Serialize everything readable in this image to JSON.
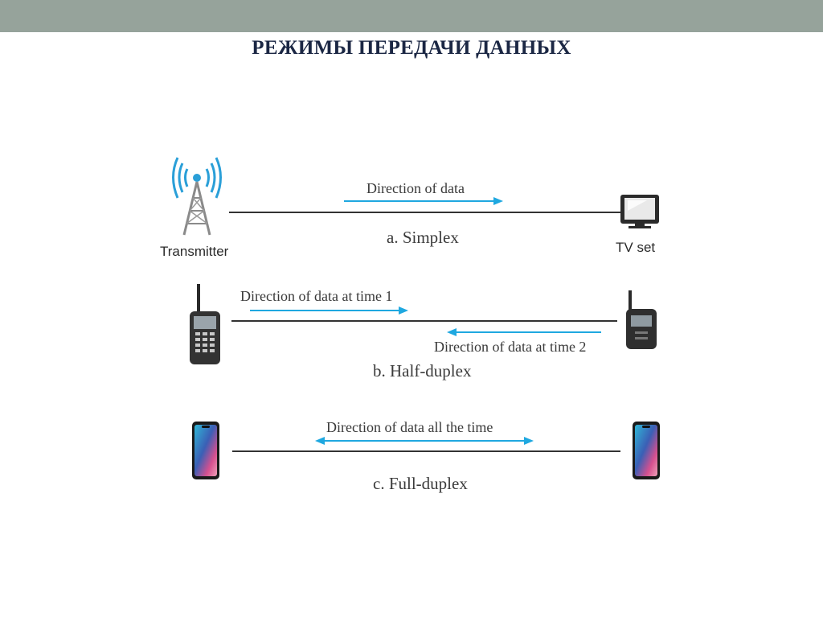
{
  "title": "РЕЖИМЫ  ПЕРЕДАЧИ  ДАННЫХ",
  "colors": {
    "bar": "#96a39b",
    "title": "#1b2744",
    "arrow": "#1fa8e0",
    "line": "#333333"
  },
  "simplex": {
    "direction_label": "Direction of data",
    "caption": "a. Simplex",
    "left_device": "Transmitter",
    "right_device": "TV set",
    "left_icon": "transmitter-tower-icon",
    "right_icon": "tv-icon"
  },
  "half_duplex": {
    "direction_label_1": "Direction of data at time 1",
    "direction_label_2": "Direction of data at time 2",
    "caption": "b. Half-duplex",
    "left_icon": "walkie-talkie-icon",
    "right_icon": "walkie-talkie-icon"
  },
  "full_duplex": {
    "direction_label": "Direction of data all the time",
    "caption": "c. Full-duplex",
    "left_icon": "smartphone-icon",
    "right_icon": "smartphone-icon"
  }
}
